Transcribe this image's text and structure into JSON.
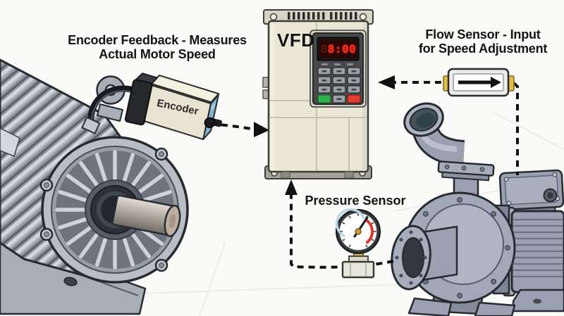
{
  "diagram_title": "VFD pump speed control diagram",
  "labels": {
    "encoder_feedback_line1": "Encoder Feedback - Measures",
    "encoder_feedback_line2": "Actual Motor Speed",
    "flow_sensor_line1": "Flow Sensor - Input",
    "flow_sensor_line2": "for Speed Adjustment",
    "pressure_sensor": "Pressure Sensor"
  },
  "devices": {
    "vfd": {
      "label": "VFD",
      "display_ghost": "8",
      "display_value": "8:00"
    },
    "encoder": {
      "label": "Encoder"
    },
    "flow_sensor": {
      "flow_direction": "right"
    },
    "pressure_gauge": {
      "needle_position": "upper-right"
    },
    "motor": {
      "type": "electric-motor"
    },
    "pump": {
      "type": "centrifugal-pump"
    }
  },
  "connections": [
    {
      "name": "encoder-to-vfd",
      "from": "encoder",
      "to": "vfd",
      "style": "dashed-arrow"
    },
    {
      "name": "flow-sensor-to-vfd",
      "from": "flow-sensor",
      "to": "vfd",
      "style": "dashed-arrow"
    },
    {
      "name": "pump-to-flow-sensor",
      "from": "pump",
      "to": "flow-sensor",
      "style": "dashed-line"
    },
    {
      "name": "pressure-sensor-to-vfd",
      "from": "pressure-sensor",
      "to": "vfd",
      "style": "dashed-arrow"
    }
  ],
  "colors": {
    "canvas-bg": "#fafaf8",
    "grid-line": "#ececea",
    "ink": "#141414",
    "vfd-body": "#ebe7d7",
    "vfd-bracket": "#d8d4c5",
    "keypad-panel": "#47494b",
    "display-red": "#ff2d1f",
    "display-ghost": "#5c150e",
    "btn-green": "#2eb34b",
    "btn-red": "#e23c2c",
    "btn-gray": "#9ba1a7",
    "encoder-body": "#e9e4d1",
    "encoder-port-blue": "#7fb2d4",
    "connector-yellow": "#e2bd4a",
    "gauge-red-arc": "#d93a2b",
    "gauge-blue-arc": "#b9d7e6",
    "brass": "#dfb64a",
    "metal-light": "#c6cbd2",
    "metal-mid": "#9ba1b2",
    "metal-dark": "#565c66",
    "outline": "#262b31"
  }
}
